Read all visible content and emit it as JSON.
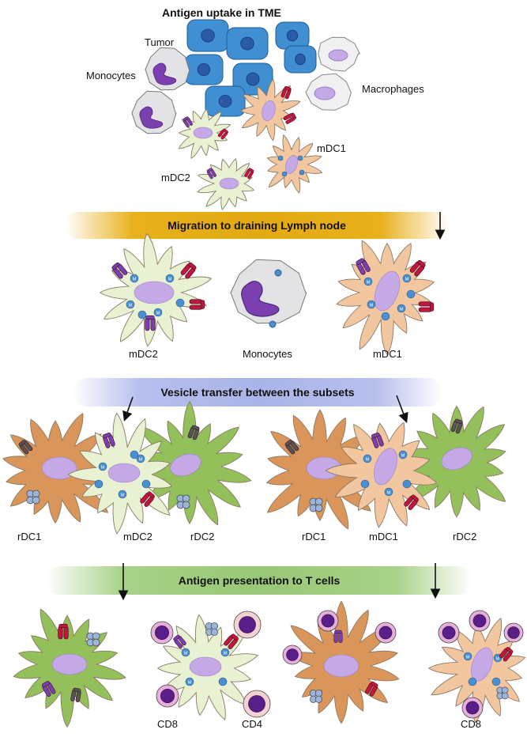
{
  "titles": {
    "top": "Antigen uptake in TME",
    "migration": "Migration to draining Lymph node",
    "vesicle": "Vesicle transfer between the subsets",
    "antigen": "Antigen presentation to T cells"
  },
  "labels": {
    "tumor": "Tumor",
    "monocytes_top": "Monocytes",
    "macrophages": "Macrophages",
    "mdc1_top": "mDC1",
    "mdc2_top": "mDC2",
    "mdc2_mid": "mDC2",
    "monocytes_mid": "Monocytes",
    "mdc1_mid": "mDC1",
    "rdc1_left": "rDC1",
    "mdc2_vesicle": "mDC2",
    "rdc2_left": "rDC2",
    "rdc1_right": "rDC1",
    "mdc1_vesicle": "mDC1",
    "rdc2_right": "rDC2",
    "cd8_left": "CD8",
    "cd4": "CD4",
    "cd8_right": "CD8"
  },
  "colors": {
    "tumor_cell": "#3f8fd2",
    "mdc2_cell": "#e8f2d2",
    "mdc1_cell": "#f2c7a0",
    "rdc1_cell": "#d9955a",
    "rdc2_cell": "#93c05a",
    "monocyte_cell": "#e3e3e6",
    "nucleus": "#c5a9e6",
    "mhc_class_i": "#c2163f",
    "mhc_class_ii": "#7b3fb0",
    "vesicle": "#4a8fd0"
  }
}
